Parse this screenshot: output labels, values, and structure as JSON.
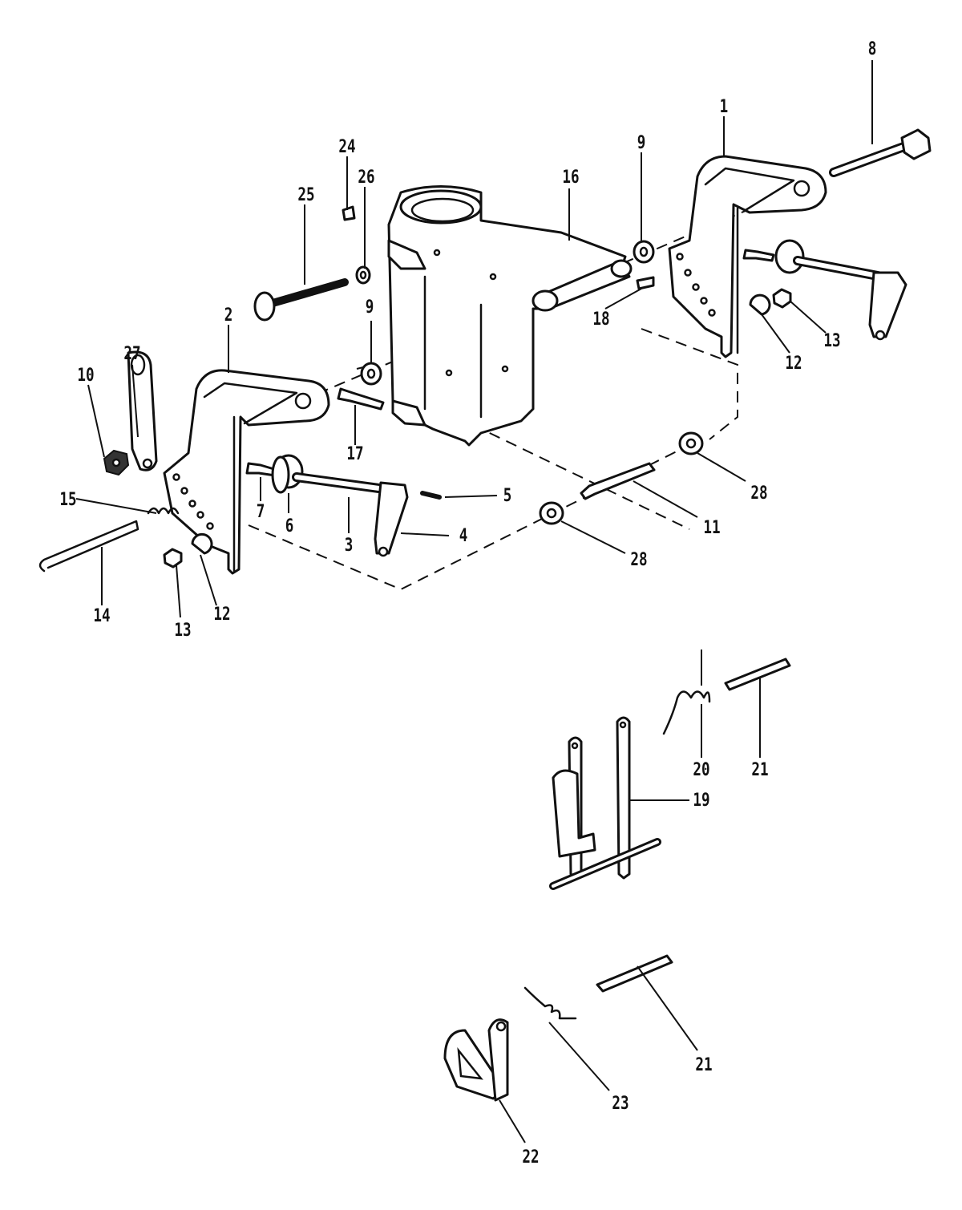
{
  "diagram": {
    "type": "exploded-parts-diagram",
    "colors": {
      "ink": "#111111",
      "background": "#ffffff"
    },
    "callouts": {
      "c1": "1",
      "c2": "2",
      "c3": "3",
      "c4": "4",
      "c5": "5",
      "c6": "6",
      "c7": "7",
      "c8": "8",
      "c9a": "9",
      "c9b": "9",
      "c10": "10",
      "c11": "11",
      "c12a": "12",
      "c12b": "12",
      "c13a": "13",
      "c13b": "13",
      "c14": "14",
      "c15": "15",
      "c16": "16",
      "c17": "17",
      "c18": "18",
      "c19": "19",
      "c20": "20",
      "c21a": "21",
      "c21b": "21",
      "c22": "22",
      "c23": "23",
      "c24": "24",
      "c25": "25",
      "c26": "26",
      "c27": "27",
      "c28a": "28",
      "c28b": "28"
    }
  }
}
